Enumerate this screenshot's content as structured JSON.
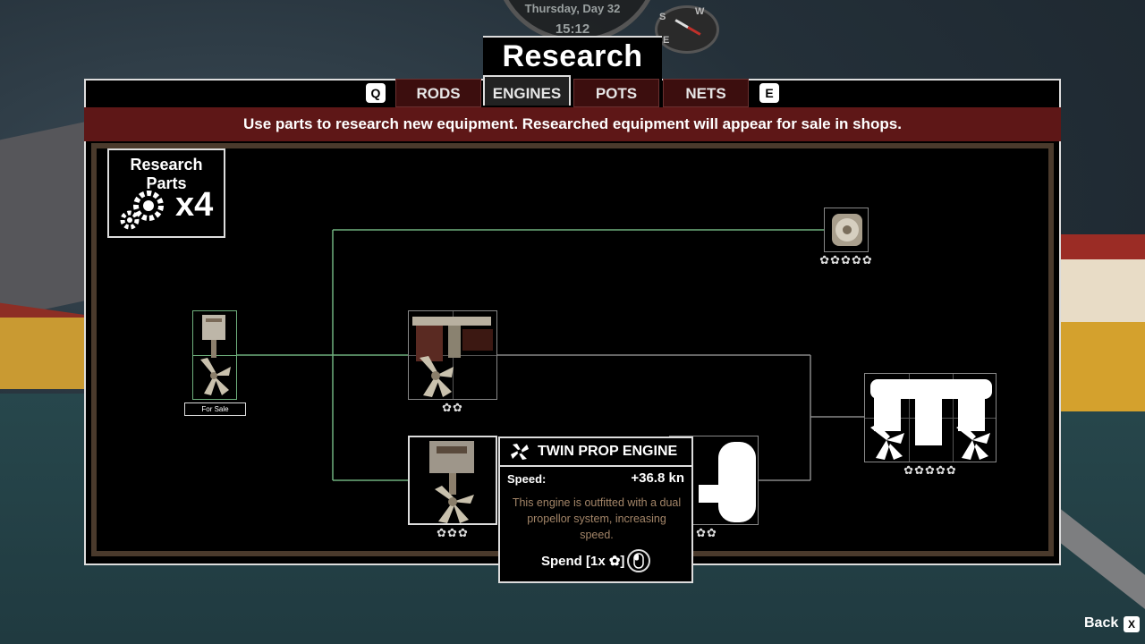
{
  "header": {
    "day": "Thursday, Day 32",
    "time": "15:12",
    "title": "Research",
    "compass": {
      "s": "S",
      "w": "W",
      "e": "E"
    }
  },
  "tabs": [
    {
      "label": "RODS",
      "active": false
    },
    {
      "label": "ENGINES",
      "active": true
    },
    {
      "label": "POTS",
      "active": false
    },
    {
      "label": "NETS",
      "active": false
    }
  ],
  "keys": {
    "prev": "Q",
    "next": "E"
  },
  "banner": "Use parts to research new equipment. Researched equipment will appear for sale in shops.",
  "research_parts": {
    "title": "Research Parts",
    "count": "x4"
  },
  "nodes": {
    "starter": {
      "badge": "For Sale"
    },
    "mid_top": {
      "stars": "✿✿"
    },
    "mid_bottom": {
      "stars": "✿✿✿"
    },
    "top_right": {
      "stars": "✿✿✿✿✿"
    },
    "bottom_right": {
      "stars": "✿✿"
    },
    "far_right": {
      "stars": "✿✿✿✿✿"
    }
  },
  "tooltip": {
    "title": "TWIN PROP ENGINE",
    "speed_label": "Speed:",
    "speed_value": "+36.8 kn",
    "description": "This engine is outfitted with a dual propellor system, increasing speed.",
    "spend_label": "Spend [1x ✿]"
  },
  "footer": {
    "back_label": "Back",
    "back_key": "X"
  },
  "colors": {
    "banner": "#5e1717",
    "tab": "#3c0e0e",
    "link_line": "#6fb07d",
    "frame_border": "#4a3a2c"
  }
}
